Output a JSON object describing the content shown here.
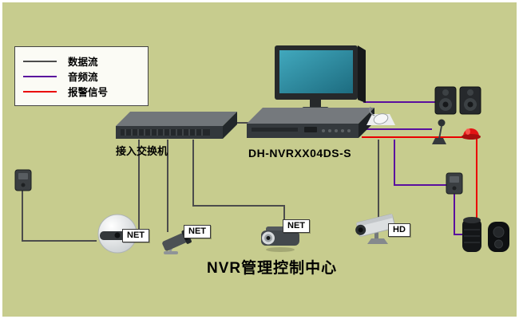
{
  "legend": {
    "items": [
      {
        "label": "数据流",
        "color": "#4c4c4c",
        "type": "data"
      },
      {
        "label": "音频流",
        "color": "#5a0f9e",
        "type": "audio"
      },
      {
        "label": "报警信号",
        "color": "#ea0000",
        "type": "alarm"
      }
    ]
  },
  "labels": {
    "switch": "接入交换机",
    "nvr": "DH-NVRXX04DS-S",
    "title": "NVR管理控制中心"
  },
  "tags": {
    "dome_camera": "NET",
    "bullet_camera": "NET",
    "ptz_camera": "NET",
    "box_camera": "HD"
  },
  "colors": {
    "background": "#c7cc8e",
    "data_line": "#4c4c4c",
    "audio_line": "#5a0f9e",
    "alarm_line": "#ea0000"
  },
  "devices": [
    "network-switch",
    "nvr-recorder",
    "monitor",
    "mouse",
    "speakers",
    "microphone",
    "alarm-strobe",
    "alarm-panel-left",
    "alarm-panel-right",
    "dome-camera",
    "bullet-camera",
    "ptz-camera",
    "box-camera",
    "audio-output-devices"
  ]
}
